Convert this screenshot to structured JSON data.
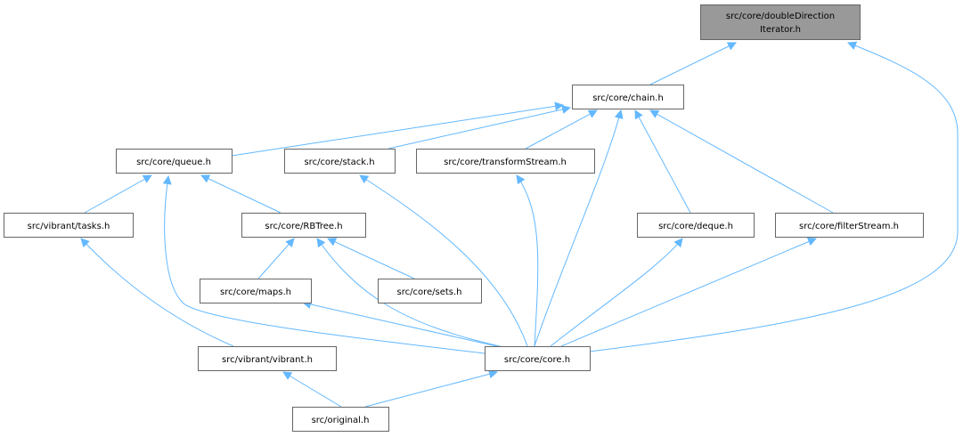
{
  "graph": {
    "edge_color": "#63b8ff",
    "root_fill": "#999999",
    "nodes": {
      "doubleDirectionIterator": {
        "line1": "src/core/doubleDirection",
        "line2": "Iterator.h"
      },
      "chain": {
        "label": "src/core/chain.h"
      },
      "queue": {
        "label": "src/core/queue.h"
      },
      "stack": {
        "label": "src/core/stack.h"
      },
      "transformStream": {
        "label": "src/core/transformStream.h"
      },
      "tasks": {
        "label": "src/vibrant/tasks.h"
      },
      "rbtree": {
        "label": "src/core/RBTree.h"
      },
      "deque": {
        "label": "src/core/deque.h"
      },
      "filterStream": {
        "label": "src/core/filterStream.h"
      },
      "maps": {
        "label": "src/core/maps.h"
      },
      "sets": {
        "label": "src/core/sets.h"
      },
      "vibrant": {
        "label": "src/vibrant/vibrant.h"
      },
      "core": {
        "label": "src/core/core.h"
      },
      "original": {
        "label": "src/original.h"
      }
    },
    "edges": [
      {
        "from": "chain",
        "to": "doubleDirectionIterator"
      },
      {
        "from": "core",
        "to": "doubleDirectionIterator"
      },
      {
        "from": "queue",
        "to": "chain"
      },
      {
        "from": "stack",
        "to": "chain"
      },
      {
        "from": "transformStream",
        "to": "chain"
      },
      {
        "from": "core",
        "to": "chain"
      },
      {
        "from": "deque",
        "to": "chain"
      },
      {
        "from": "filterStream",
        "to": "chain"
      },
      {
        "from": "tasks",
        "to": "queue"
      },
      {
        "from": "core",
        "to": "queue"
      },
      {
        "from": "rbtree",
        "to": "queue"
      },
      {
        "from": "core",
        "to": "stack"
      },
      {
        "from": "core",
        "to": "transformStream"
      },
      {
        "from": "vibrant",
        "to": "tasks"
      },
      {
        "from": "maps",
        "to": "rbtree"
      },
      {
        "from": "core",
        "to": "rbtree"
      },
      {
        "from": "sets",
        "to": "rbtree"
      },
      {
        "from": "core",
        "to": "maps"
      },
      {
        "from": "core",
        "to": "deque"
      },
      {
        "from": "core",
        "to": "filterStream"
      },
      {
        "from": "original",
        "to": "vibrant"
      },
      {
        "from": "original",
        "to": "core"
      }
    ]
  }
}
